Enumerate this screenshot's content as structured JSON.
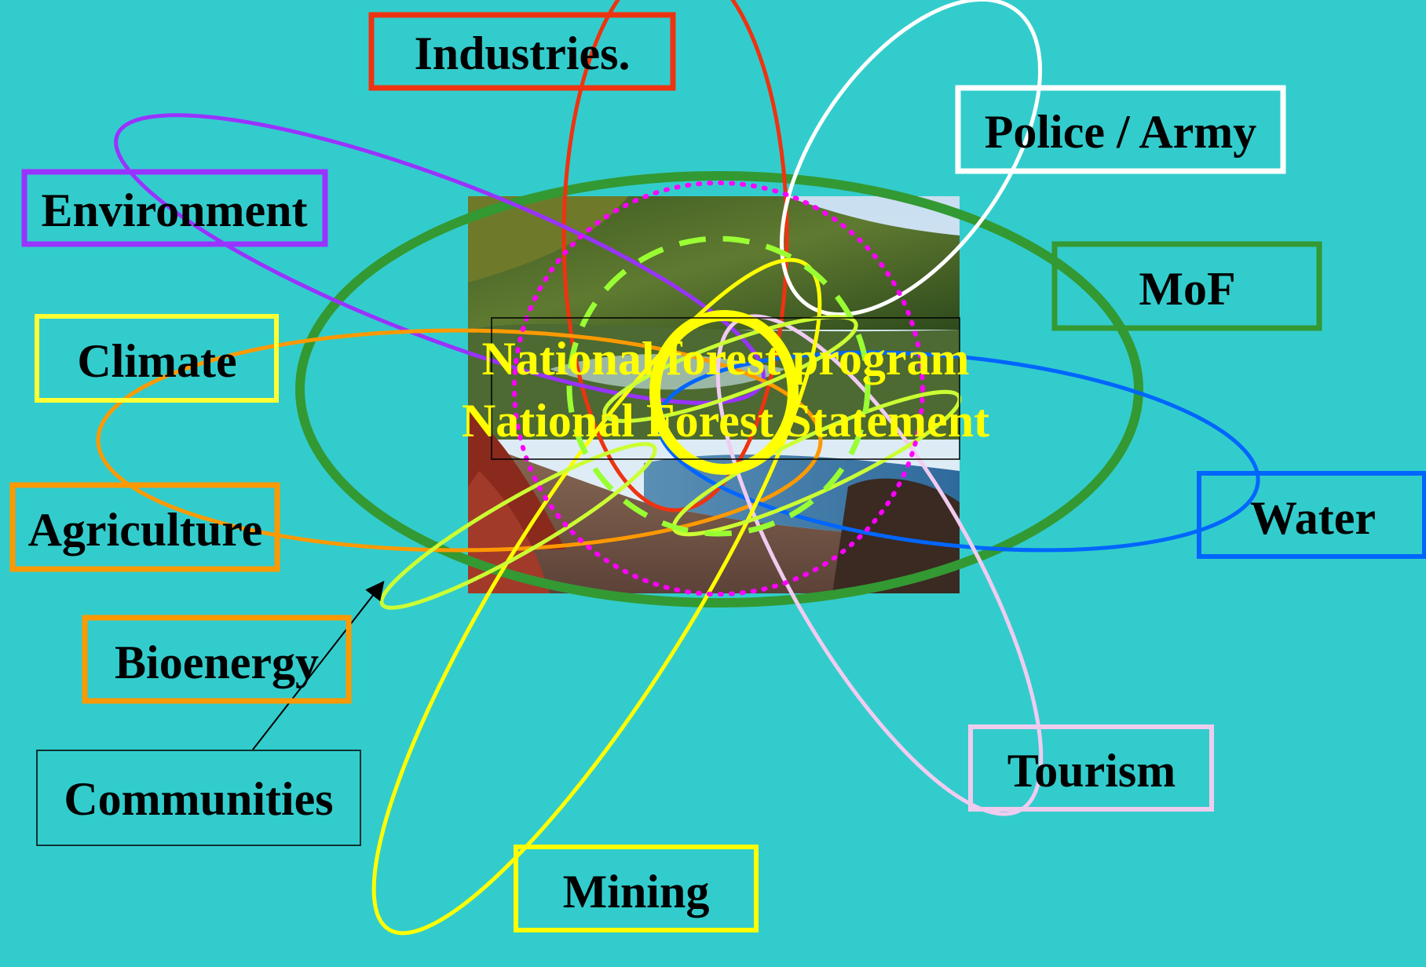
{
  "slide": {
    "background": "#33cccc",
    "center": {
      "line1": "National forest program",
      "line2": "National Forest Statement",
      "text_color": "#ffff00",
      "image": "forest-lake-landscape-photo"
    },
    "nodes": [
      {
        "id": "industries",
        "label": "Industries.",
        "color": "#ee3311"
      },
      {
        "id": "police-army",
        "label": "Police / Army",
        "color": "#ffffff"
      },
      {
        "id": "environment",
        "label": "Environment",
        "color": "#9933ff"
      },
      {
        "id": "mof",
        "label": "MoF",
        "color": "#339933"
      },
      {
        "id": "climate",
        "label": "Climate",
        "color": "#ffff33"
      },
      {
        "id": "water",
        "label": "Water",
        "color": "#0066ff"
      },
      {
        "id": "agriculture",
        "label": "Agriculture",
        "color": "#ff9900"
      },
      {
        "id": "bioenergy",
        "label": "Bioenergy",
        "color": "#ff9900"
      },
      {
        "id": "communities",
        "label": "Communities",
        "color": "#000000"
      },
      {
        "id": "tourism",
        "label": "Tourism",
        "color": "#eeccee"
      },
      {
        "id": "mining",
        "label": "Mining",
        "color": "#ffff00"
      }
    ]
  }
}
